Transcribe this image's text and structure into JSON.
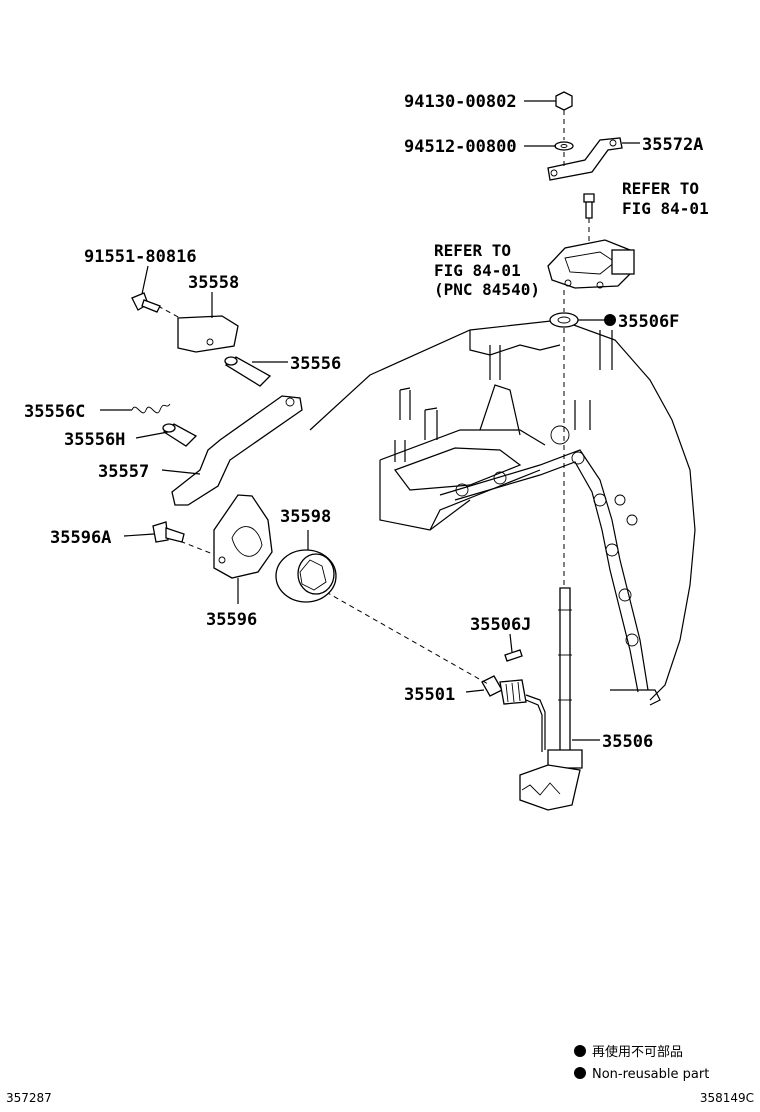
{
  "labels": {
    "p94130": "94130-00802",
    "p94512": "94512-00800",
    "p35572A": "35572A",
    "refer1a": "REFER TO",
    "refer1b": "FIG 84-01",
    "refer2a": "REFER TO",
    "refer2b": "FIG 84-01",
    "refer2c": "(PNC 84540)",
    "p35506F": "35506F",
    "p91551": "91551-80816",
    "p35558": "35558",
    "p35556": "35556",
    "p35556C": "35556C",
    "p35556H": "35556H",
    "p35557": "35557",
    "p35596A": "35596A",
    "p35598": "35598",
    "p35596": "35596",
    "p35506J": "35506J",
    "p35501": "35501",
    "p35506": "35506"
  },
  "legend": {
    "line1": "再使用不可部品",
    "line2": "Non-reusable part"
  },
  "footer": {
    "left_code": "357287",
    "right_code": "358149C"
  }
}
